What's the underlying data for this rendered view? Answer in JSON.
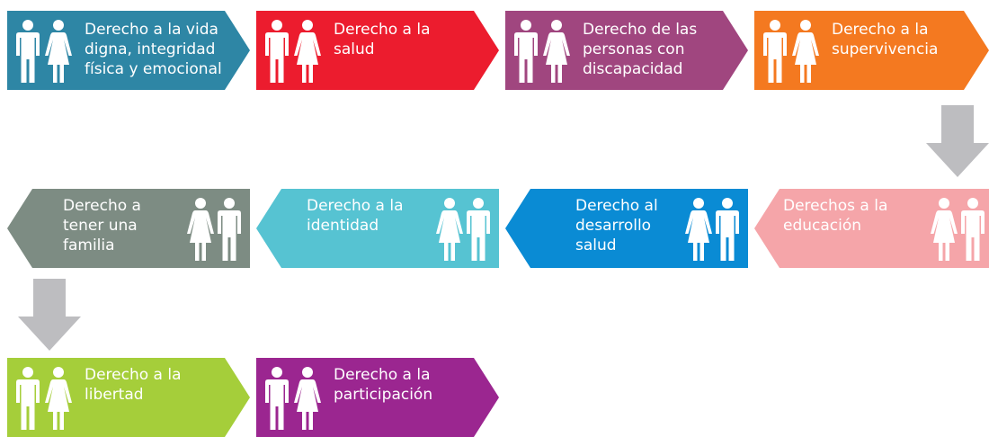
{
  "colors": {
    "vida": "#2E86A5",
    "salud": "#EC1C2E",
    "discapacidad": "#A0467F",
    "supervivencia": "#F47920",
    "familia": "#7D8C83",
    "identidad": "#56C3D2",
    "desarrollo": "#0A8BD4",
    "educacion": "#F5A5A9",
    "libertad": "#A5CE3A",
    "participacion": "#9B2690",
    "arrow": "#BDBDC0"
  },
  "icon": "person-pair-icon",
  "items": [
    {
      "label": "Derecho a la vida\ndigna, integridad\nfísica y emocional"
    },
    {
      "label": "Derecho a la\nsalud"
    },
    {
      "label": "Derecho de las\npersonas con\ndiscapacidad"
    },
    {
      "label": "Derecho a la\nsupervivencia"
    },
    {
      "label": "Derecho a\ntener una\nfamilia"
    },
    {
      "label": "Derecho a la\nidentidad"
    },
    {
      "label": "Derecho al\ndesarrollo\nsalud"
    },
    {
      "label": "Derechos a la\neducación"
    },
    {
      "label": "Derecho a la\nlibertad"
    },
    {
      "label": "Derecho a la\nparticipación"
    }
  ]
}
